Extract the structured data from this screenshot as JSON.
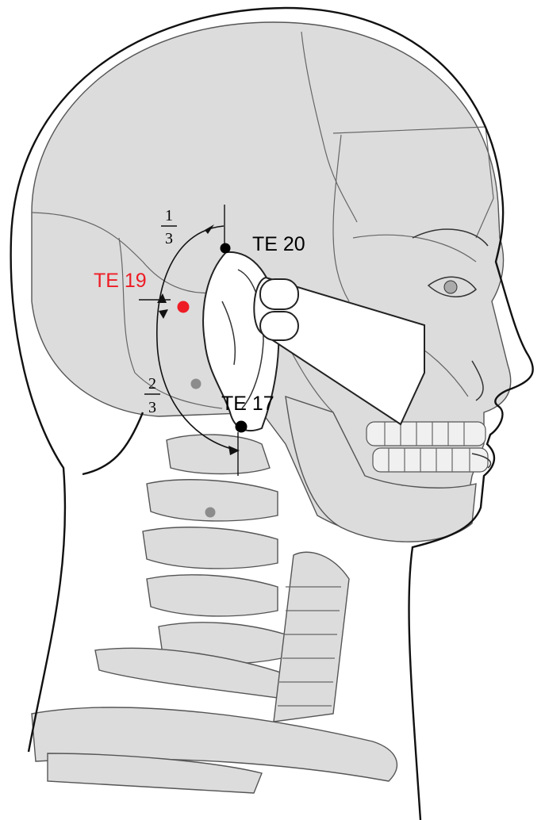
{
  "colors": {
    "highlight": "#ee1c25",
    "point": "#000000",
    "bone_fill": "#dcdcdc",
    "minor_point": "#8c8c8c"
  },
  "points": [
    {
      "id": "te20",
      "label": "TE 20",
      "color": "#000000",
      "highlight": false
    },
    {
      "id": "te19",
      "label": "TE 19",
      "color": "#ee1c25",
      "highlight": true
    },
    {
      "id": "te17",
      "label": "TE 17",
      "color": "#000000",
      "highlight": false
    }
  ],
  "proportions": {
    "upper": {
      "numerator": "1",
      "denominator": "3"
    },
    "lower": {
      "numerator": "2",
      "denominator": "3"
    }
  }
}
